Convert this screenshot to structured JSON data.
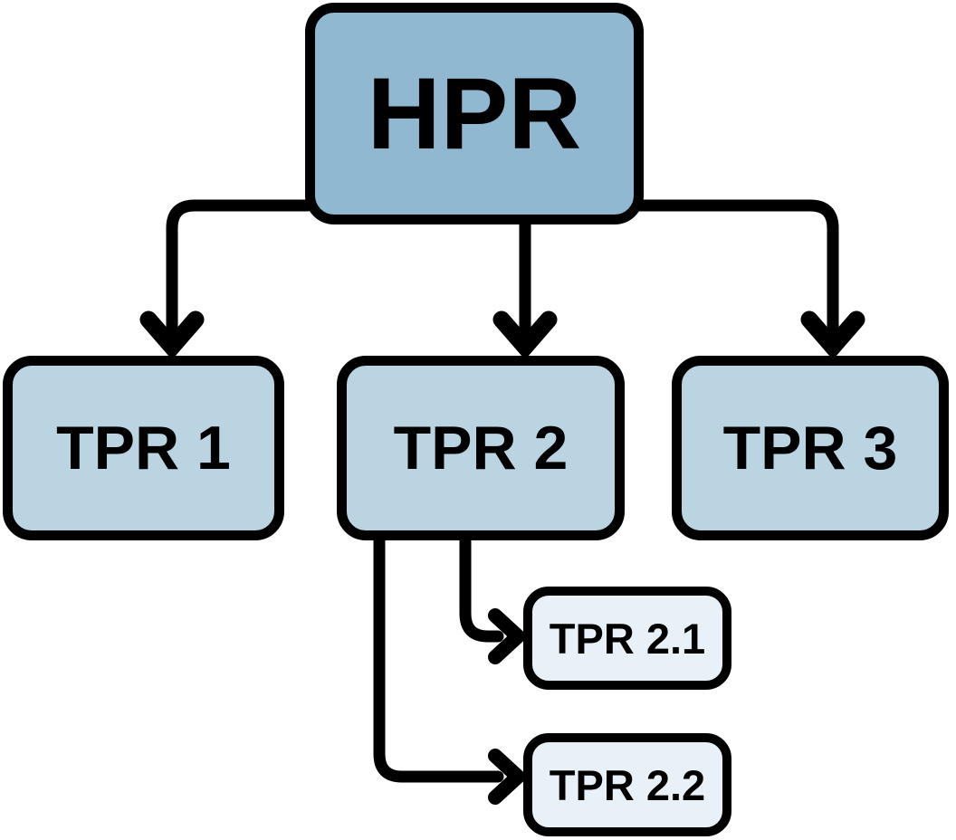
{
  "diagram": {
    "type": "tree",
    "nodes": {
      "hpr": {
        "label": "HPR",
        "level": 0
      },
      "tpr1": {
        "label": "TPR 1",
        "level": 1
      },
      "tpr2": {
        "label": "TPR 2",
        "level": 1
      },
      "tpr3": {
        "label": "TPR 3",
        "level": 1
      },
      "tpr21": {
        "label": "TPR 2.1",
        "level": 2
      },
      "tpr22": {
        "label": "TPR 2.2",
        "level": 2
      }
    },
    "edges": [
      {
        "from": "HPR",
        "to": "TPR 1"
      },
      {
        "from": "HPR",
        "to": "TPR 2"
      },
      {
        "from": "HPR",
        "to": "TPR 3"
      },
      {
        "from": "TPR 2",
        "to": "TPR 2.1"
      },
      {
        "from": "TPR 2",
        "to": "TPR 2.2"
      }
    ],
    "colors": {
      "root_fill": "#91b8d1",
      "child_fill": "#bad4e2",
      "grandchild_fill": "#e8f1f8",
      "outline": "#000000",
      "background": "#ffffff"
    }
  }
}
